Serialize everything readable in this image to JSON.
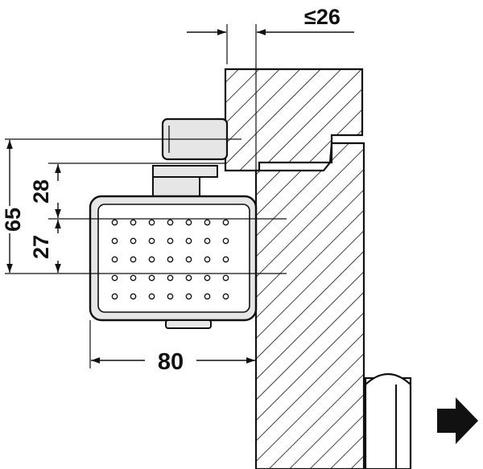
{
  "dimensions": {
    "clearance": "≤26",
    "height_total": "65",
    "height_upper": "28",
    "height_lower": "27",
    "width": "80"
  },
  "colors": {
    "line": "#111111",
    "body_fill": "#e6e6e6",
    "background": "#ffffff"
  },
  "icons": {
    "direction_arrow": "arrow-right-icon"
  }
}
